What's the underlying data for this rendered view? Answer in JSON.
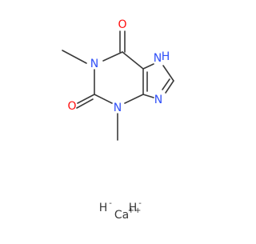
{
  "molecule": {
    "atoms": {
      "o_top": "O",
      "o_left": "O",
      "n1": "N",
      "n3": "N",
      "n7": "N",
      "n7_h": "H",
      "n9": "N"
    },
    "ions": {
      "hydride_1": {
        "symbol": "H",
        "charge": "-"
      },
      "hydride_2": {
        "symbol": "H",
        "charge": "-"
      },
      "calcium": {
        "symbol": "Ca",
        "charge": "++"
      }
    }
  },
  "colors": {
    "bond": "#3a3a3a",
    "oxygen": "#ff0d0d",
    "nitrogen": "#3050f8",
    "hydrogen": "#3050f8",
    "ion_text": "#3a3a3a"
  }
}
